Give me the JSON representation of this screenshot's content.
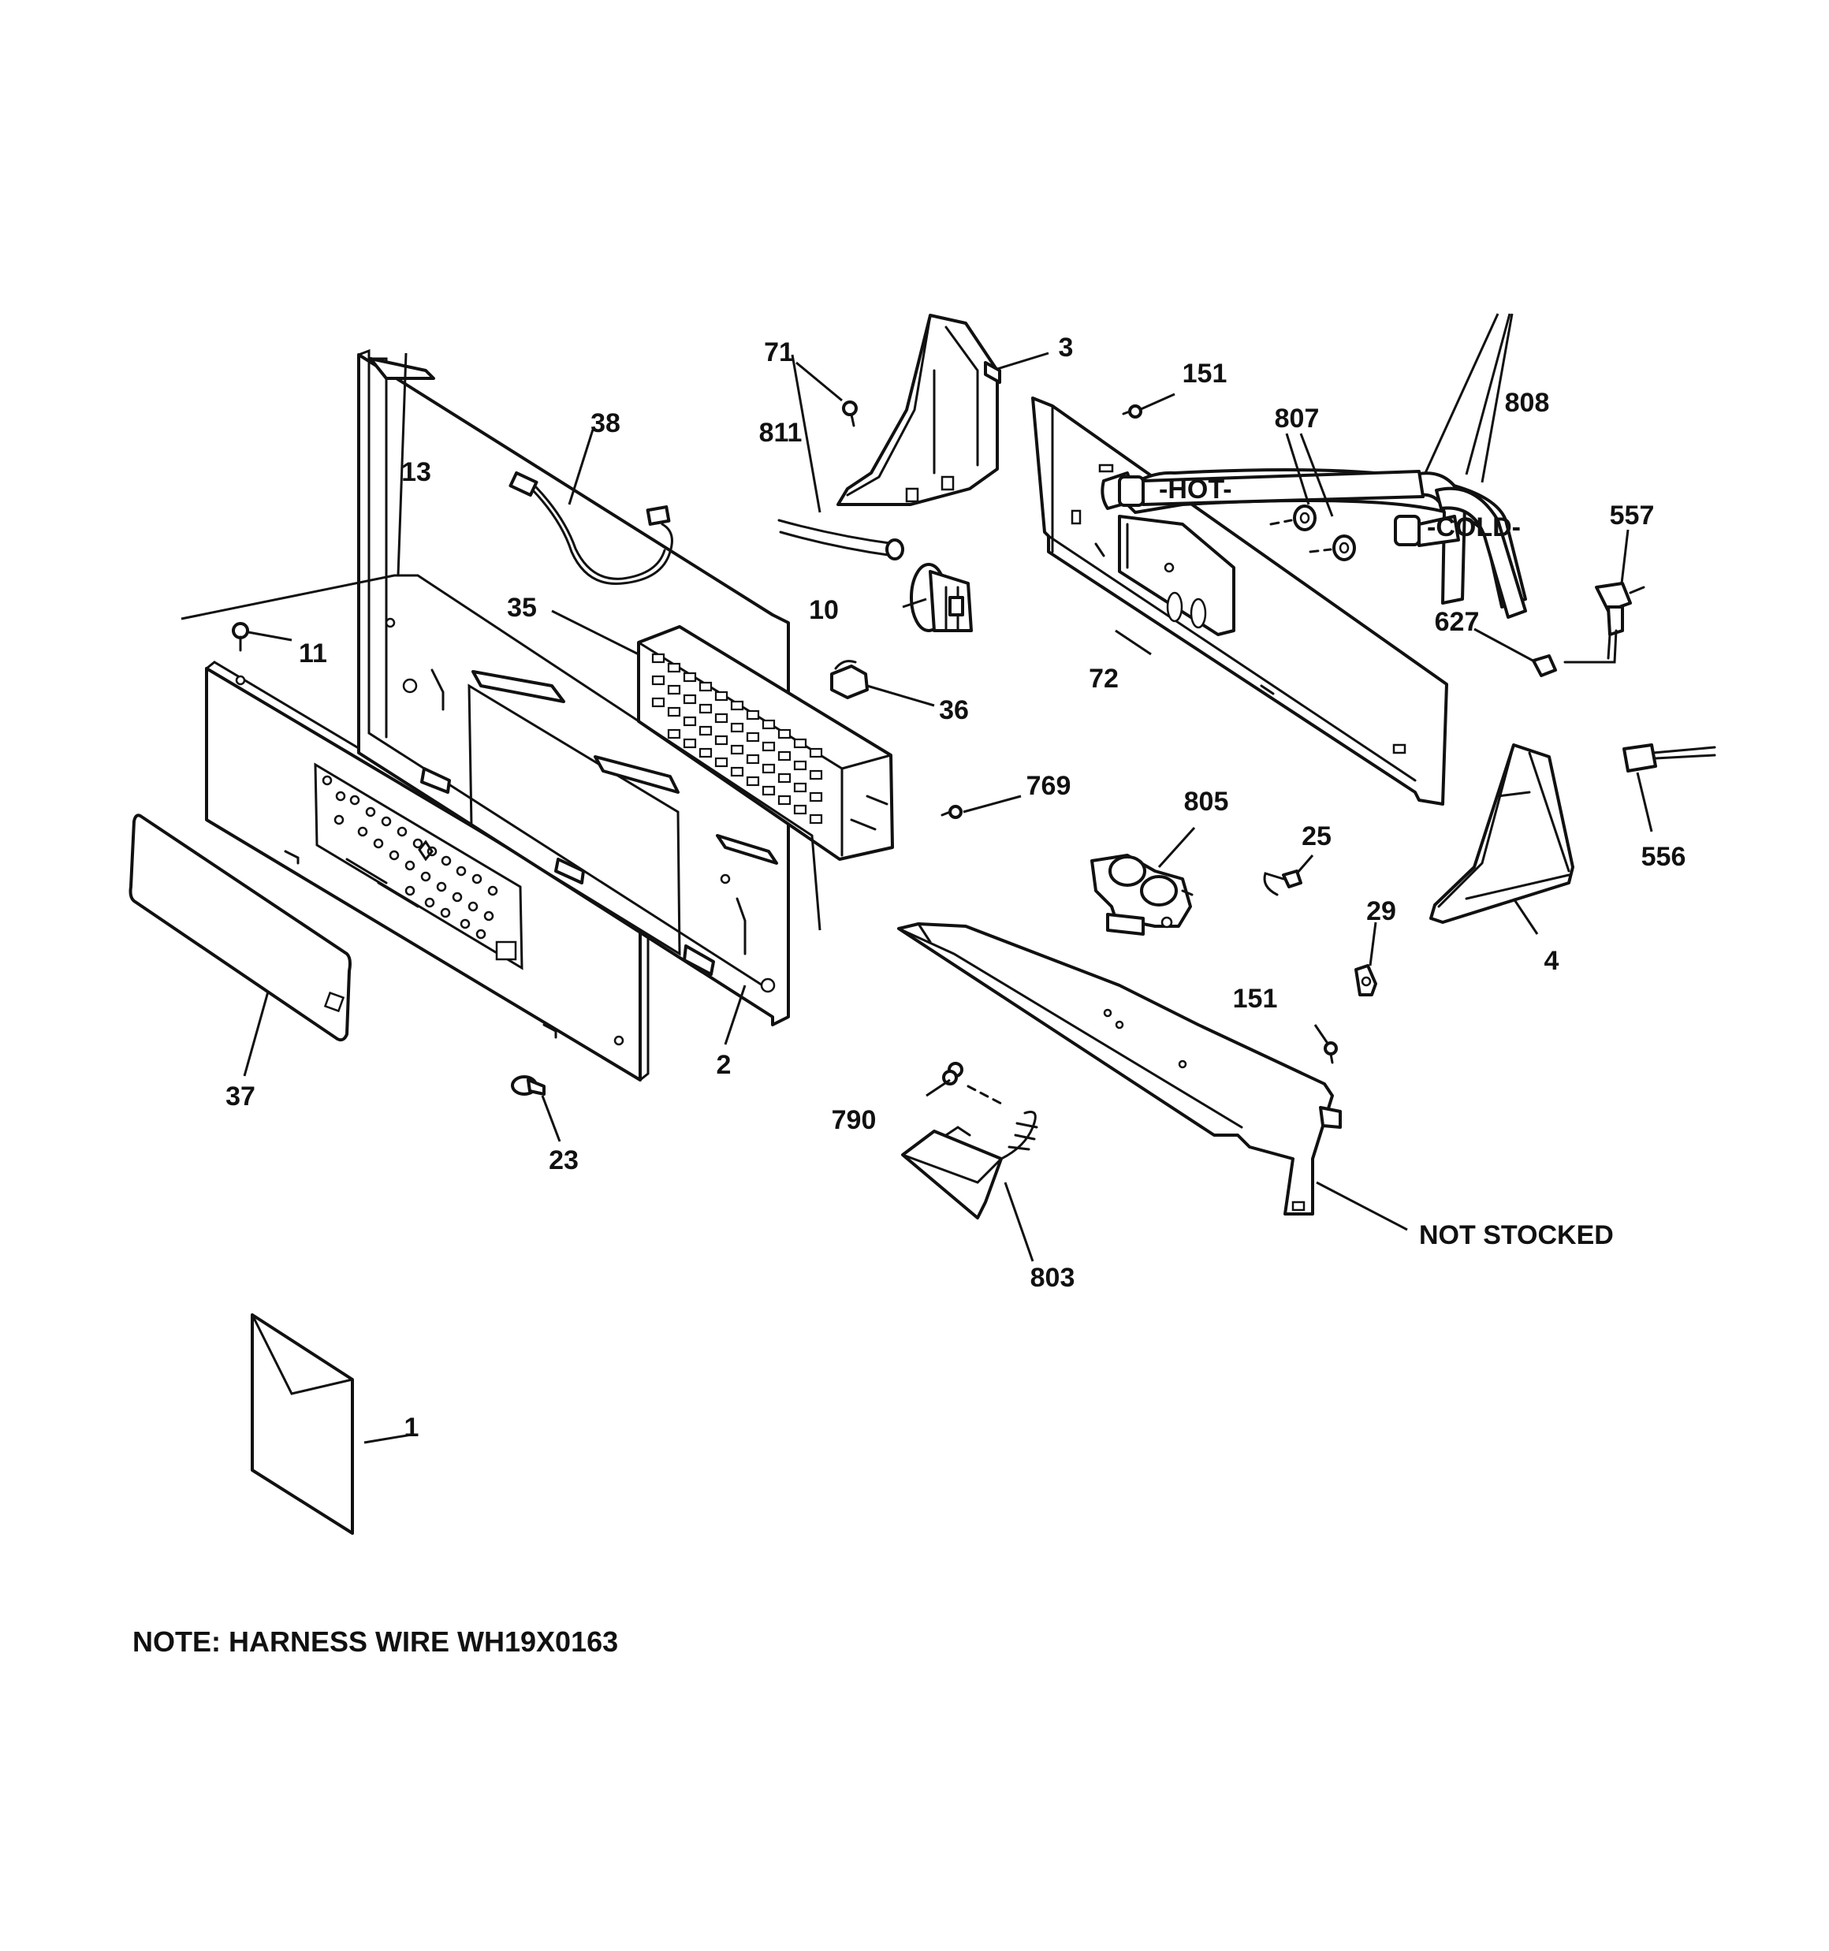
{
  "callouts": {
    "c1": "1",
    "c2": "2",
    "c3": "3",
    "c4": "4",
    "c10": "10",
    "c11": "11",
    "c13": "13",
    "c23": "23",
    "c25": "25",
    "c29": "29",
    "c35": "35",
    "c36": "36",
    "c37": "37",
    "c38": "38",
    "c71": "71",
    "c72": "72",
    "c151a": "151",
    "c151b": "151",
    "c556": "556",
    "c557": "557",
    "c627": "627",
    "c769": "769",
    "c790": "790",
    "c803": "803",
    "c805": "805",
    "c807": "807",
    "c808": "808",
    "c811": "811",
    "not_stocked": "NOT STOCKED"
  },
  "hose_labels": {
    "hot": "-HOT-",
    "cold": "-COLD-"
  },
  "note": "NOTE: HARNESS WIRE WH19X0163"
}
